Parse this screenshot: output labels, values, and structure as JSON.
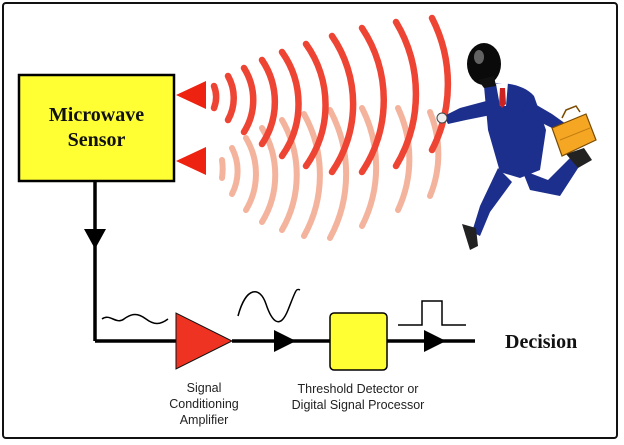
{
  "sensor": {
    "line1": "Microwave",
    "line2": "Sensor"
  },
  "amplifier": {
    "line1": "Signal",
    "line2": "Conditioning",
    "line3": "Amplifier"
  },
  "processor": {
    "line1": "Threshold Detector or",
    "line2": "Digital Signal Processor"
  },
  "output": {
    "label": "Decision"
  },
  "colors": {
    "box_fill": "#ffff33",
    "wave_strong": "#ee4433",
    "wave_faint": "#f4b39c",
    "emitter_red": "#ee2211",
    "suit_blue": "#1d2f8c",
    "briefcase": "#f5a623",
    "line": "#000000"
  },
  "icons": {
    "person": "running-businessman-icon",
    "briefcase": "briefcase-icon"
  }
}
